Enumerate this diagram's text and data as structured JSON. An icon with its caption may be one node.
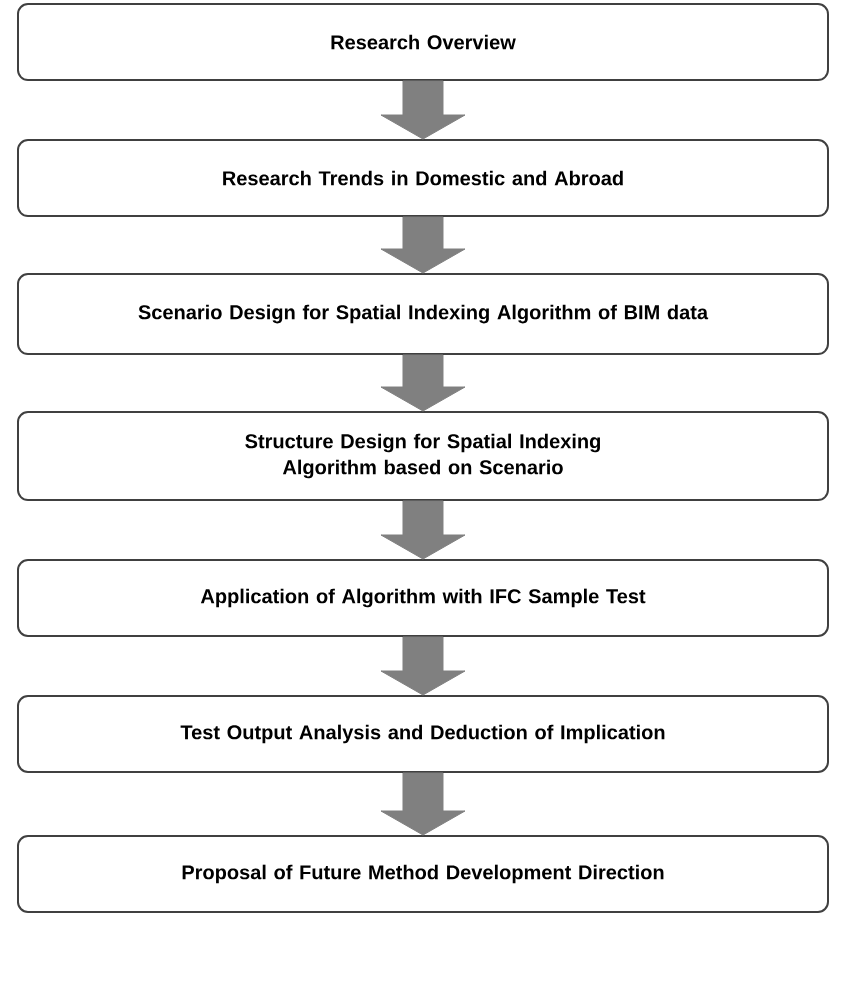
{
  "diagram": {
    "nodes": [
      {
        "text": [
          "Research Overview"
        ]
      },
      {
        "text": [
          "Research Trends in Domestic and Abroad"
        ]
      },
      {
        "text": [
          "Scenario Design for Spatial Indexing Algorithm of BIM data"
        ]
      },
      {
        "text": [
          "Structure Design for Spatial Indexing Algorithm based on Scenario"
        ]
      },
      {
        "text": [
          "Application of Algorithm with IFC Sample Test"
        ]
      },
      {
        "text": [
          "Test Output Analysis and Deduction of Implication"
        ]
      },
      {
        "text": [
          "Proposal of Future Method Development Direction"
        ]
      }
    ],
    "edges": [
      {
        "from": 0,
        "to": 1,
        "arrow": "to"
      },
      {
        "from": 1,
        "to": 2,
        "arrow": "to"
      },
      {
        "from": 2,
        "to": 3,
        "arrow": "to"
      },
      {
        "from": 3,
        "to": 4,
        "arrow": "to"
      },
      {
        "from": 4,
        "to": 5,
        "arrow": "to"
      },
      {
        "from": 5,
        "to": 6,
        "arrow": "to"
      }
    ]
  }
}
